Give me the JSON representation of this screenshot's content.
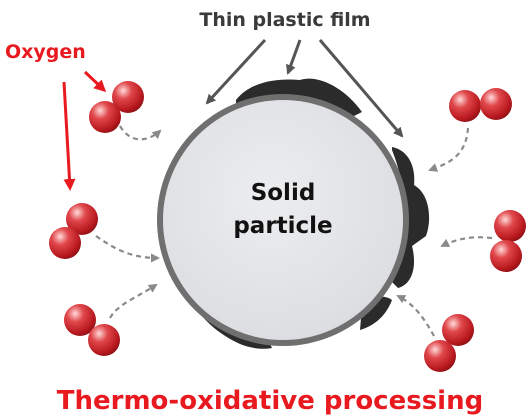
{
  "labels": {
    "film": "Thin plastic film",
    "oxygen": "Oxygen",
    "particle_line1": "Solid",
    "particle_line2": "particle",
    "process": "Thermo-oxidative processing"
  },
  "colors": {
    "accent_red": "#e8191f",
    "molecule_red": "#c4242a",
    "particle_fill": "#e1e3e6",
    "film_dark": "#2b2b2b",
    "arrow_gray": "#555555",
    "dashed_gray": "#8a8a8a"
  },
  "icons": {
    "molecule": "oxygen-molecule-icon",
    "dashed_arrow": "dashed-arrow-icon"
  }
}
